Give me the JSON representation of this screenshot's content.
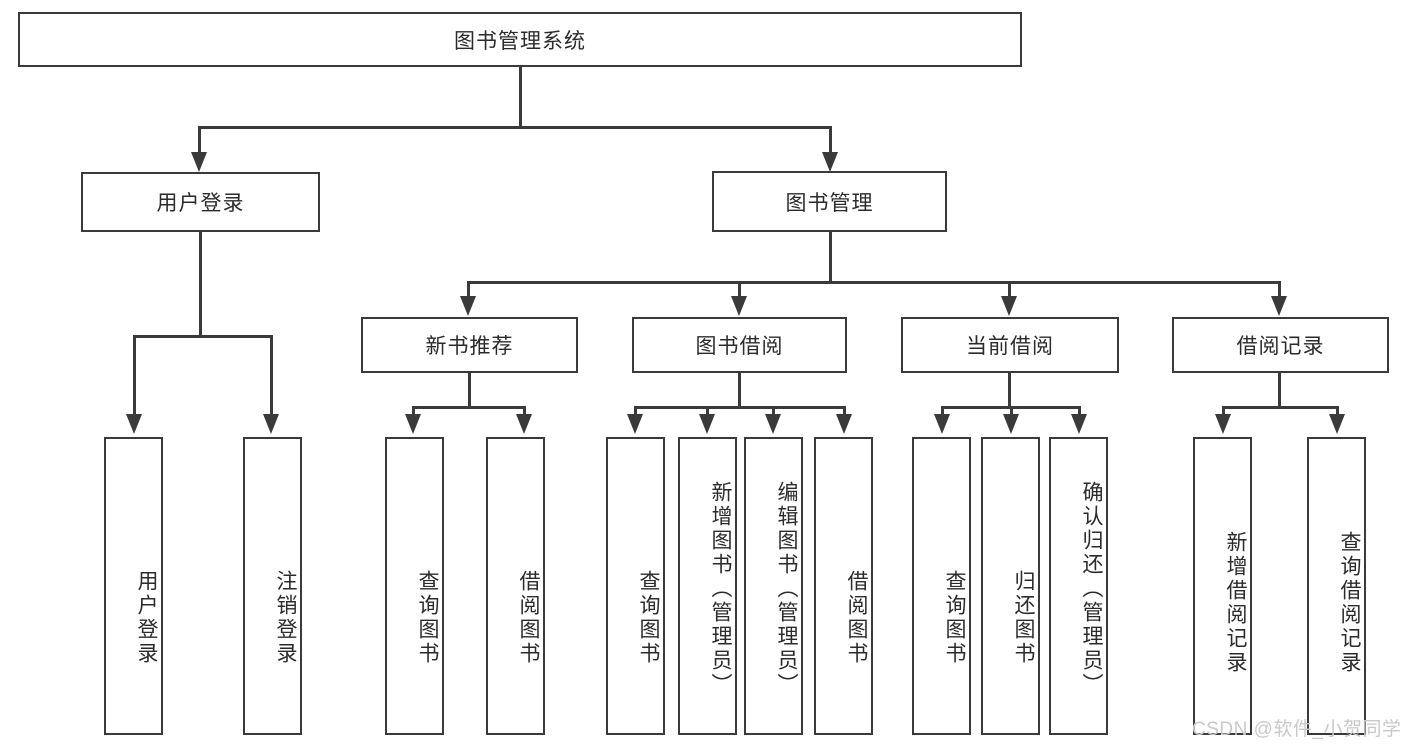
{
  "diagram": {
    "type": "tree-hierarchy",
    "title": "图书管理系统",
    "watermark": "CSDN @软件_小贺同学",
    "colors": {
      "stroke": "#3a3a3a",
      "fill": "#ffffff",
      "text": "#2b2b2b",
      "watermark": "#c9c9c9"
    },
    "levels": {
      "root": {
        "label": "图书管理系统"
      },
      "level2": [
        {
          "label": "用户登录"
        },
        {
          "label": "图书管理"
        }
      ],
      "level3": [
        {
          "label": "新书推荐"
        },
        {
          "label": "图书借阅"
        },
        {
          "label": "当前借阅"
        },
        {
          "label": "借阅记录"
        }
      ],
      "leaves": {
        "user_login": [
          {
            "label": "用户登录"
          },
          {
            "label": "注销登录"
          }
        ],
        "new_book": [
          {
            "label": "查询图书"
          },
          {
            "label": "借阅图书"
          }
        ],
        "book_borrow": [
          {
            "label": "查询图书"
          },
          {
            "label": "新增图书（管理员）"
          },
          {
            "label": "编辑图书（管理员）"
          },
          {
            "label": "借阅图书"
          }
        ],
        "current_borrow": [
          {
            "label": "查询图书"
          },
          {
            "label": "归还图书"
          },
          {
            "label": "确认归还（管理员）"
          }
        ],
        "borrow_record": [
          {
            "label": "新增借阅记录"
          },
          {
            "label": "查询借阅记录"
          }
        ]
      }
    }
  }
}
